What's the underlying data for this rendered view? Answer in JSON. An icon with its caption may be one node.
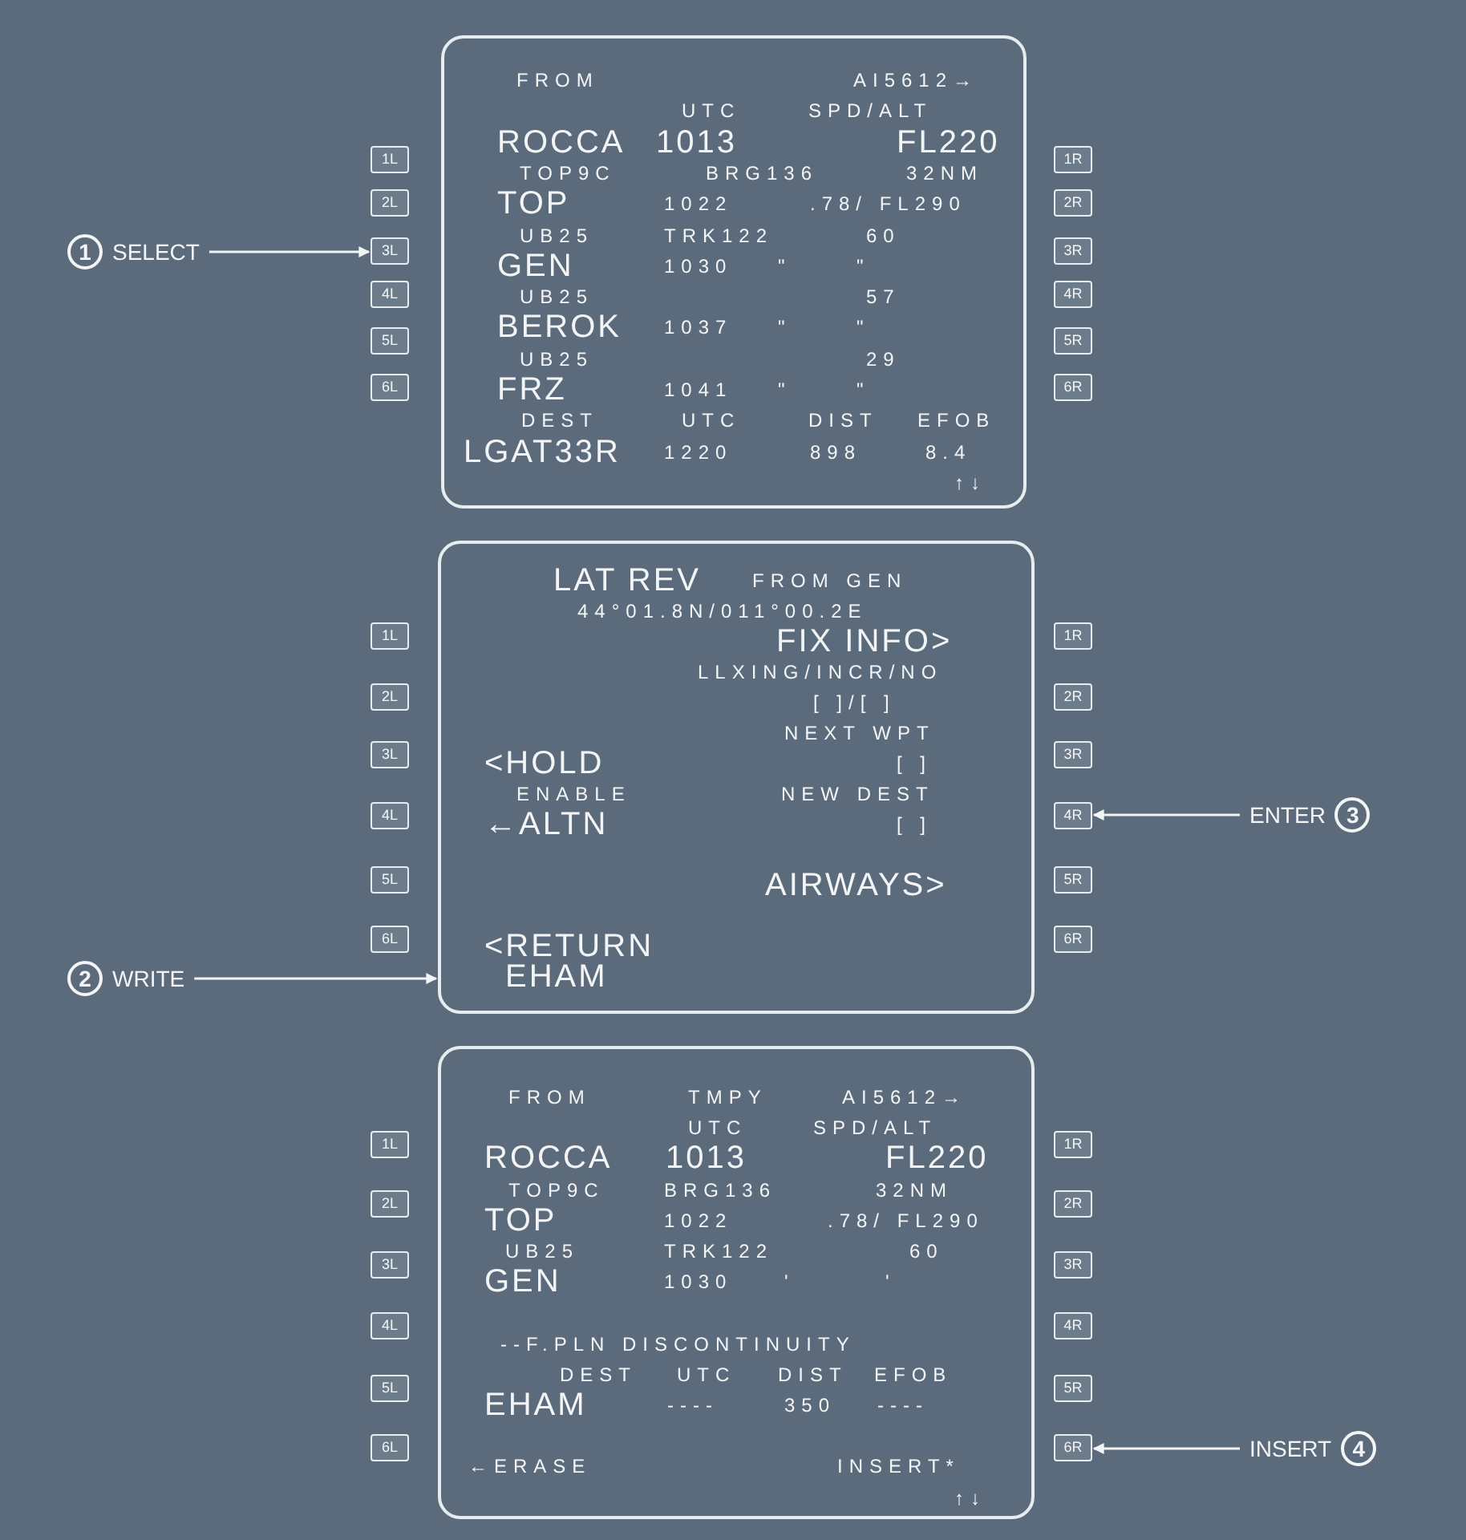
{
  "diagram": {
    "nodes": [
      {
        "text": [
          "1"
        ],
        "beside": [
          "SELECT"
        ]
      },
      {
        "text": [
          "FROM",
          "AI5612→",
          "UTC",
          "SPD/ALT",
          "ROCCA",
          "1013",
          "FL220",
          "TOP9C",
          "BRG136",
          "32NM",
          "TOP",
          "1022",
          ".78/ FL290",
          "UB25",
          "TRK122",
          "60",
          "GEN",
          "1030",
          "\"",
          "\"",
          "UB25",
          "57",
          "BEROK",
          "1037",
          "\"",
          "\"",
          "UB25",
          "29",
          "FRZ",
          "1041",
          "\"",
          "\"",
          "DEST",
          "UTC",
          "DIST",
          "EFOB",
          "LGAT33R",
          "1220",
          "898",
          "8.4",
          "↑↓"
        ]
      },
      {
        "text": [
          "1L"
        ]
      },
      {
        "text": [
          "2L"
        ]
      },
      {
        "text": [
          "3L"
        ]
      },
      {
        "text": [
          "4L"
        ]
      },
      {
        "text": [
          "5L"
        ]
      },
      {
        "text": [
          "6L"
        ]
      },
      {
        "text": [
          "1R"
        ]
      },
      {
        "text": [
          "2R"
        ]
      },
      {
        "text": [
          "3R"
        ]
      },
      {
        "text": [
          "4R"
        ]
      },
      {
        "text": [
          "5R"
        ]
      },
      {
        "text": [
          "6R"
        ]
      },
      {
        "text": [
          "LAT REV",
          "FROM GEN",
          "44°01.8N/011°00.2E",
          "FIX INFO>",
          "LLXING/INCR/NO",
          "[ ]/[ ]",
          "NEXT WPT",
          "<HOLD",
          "[ ]",
          "ENABLE",
          "NEW DEST",
          "←ALTN",
          "[ ]",
          "AIRWAYS>",
          "<RETURN",
          "EHAM"
        ]
      },
      {
        "text": [
          "1L"
        ]
      },
      {
        "text": [
          "2L"
        ]
      },
      {
        "text": [
          "3L"
        ]
      },
      {
        "text": [
          "4L"
        ]
      },
      {
        "text": [
          "5L"
        ]
      },
      {
        "text": [
          "6L"
        ]
      },
      {
        "text": [
          "1R"
        ]
      },
      {
        "text": [
          "2R"
        ]
      },
      {
        "text": [
          "3R"
        ]
      },
      {
        "text": [
          "4R"
        ]
      },
      {
        "text": [
          "5R"
        ]
      },
      {
        "text": [
          "6R"
        ]
      },
      {
        "text": [
          "3"
        ],
        "beside": [
          "ENTER"
        ]
      },
      {
        "text": [
          "2"
        ],
        "beside": [
          "WRITE"
        ]
      },
      {
        "text": [
          "FROM",
          "TMPY",
          "AI5612→",
          "UTC",
          "SPD/ALT",
          "ROCCA",
          "1013",
          "FL220",
          "TOP9C",
          "BRG136",
          "32NM",
          "TOP",
          "1022",
          ".78/ FL290",
          "UB25",
          "TRK122",
          "60",
          "GEN",
          "1030",
          "'",
          "'",
          "--F.PLN DISCONTINUITY",
          "DEST",
          "UTC",
          "DIST",
          "EFOB",
          "EHAM",
          "----",
          "350",
          "----",
          "←ERASE",
          "INSERT*",
          "↑↓"
        ]
      },
      {
        "text": [
          "1L"
        ]
      },
      {
        "text": [
          "2L"
        ]
      },
      {
        "text": [
          "3L"
        ]
      },
      {
        "text": [
          "4L"
        ]
      },
      {
        "text": [
          "5L"
        ]
      },
      {
        "text": [
          "6L"
        ]
      },
      {
        "text": [
          "1R"
        ]
      },
      {
        "text": [
          "2R"
        ]
      },
      {
        "text": [
          "3R"
        ]
      },
      {
        "text": [
          "4R"
        ]
      },
      {
        "text": [
          "5R"
        ]
      },
      {
        "text": [
          "6R"
        ]
      },
      {
        "text": [
          "4"
        ],
        "beside": [
          "INSERT"
        ]
      }
    ],
    "edges": [
      {
        "from": 0,
        "to": 4,
        "arrow": "to"
      },
      {
        "from": 27,
        "to": 24,
        "arrow": "to"
      },
      {
        "from": 28,
        "to": 14,
        "arrow": "to"
      },
      {
        "from": 42,
        "to": 41,
        "arrow": "to"
      }
    ]
  }
}
